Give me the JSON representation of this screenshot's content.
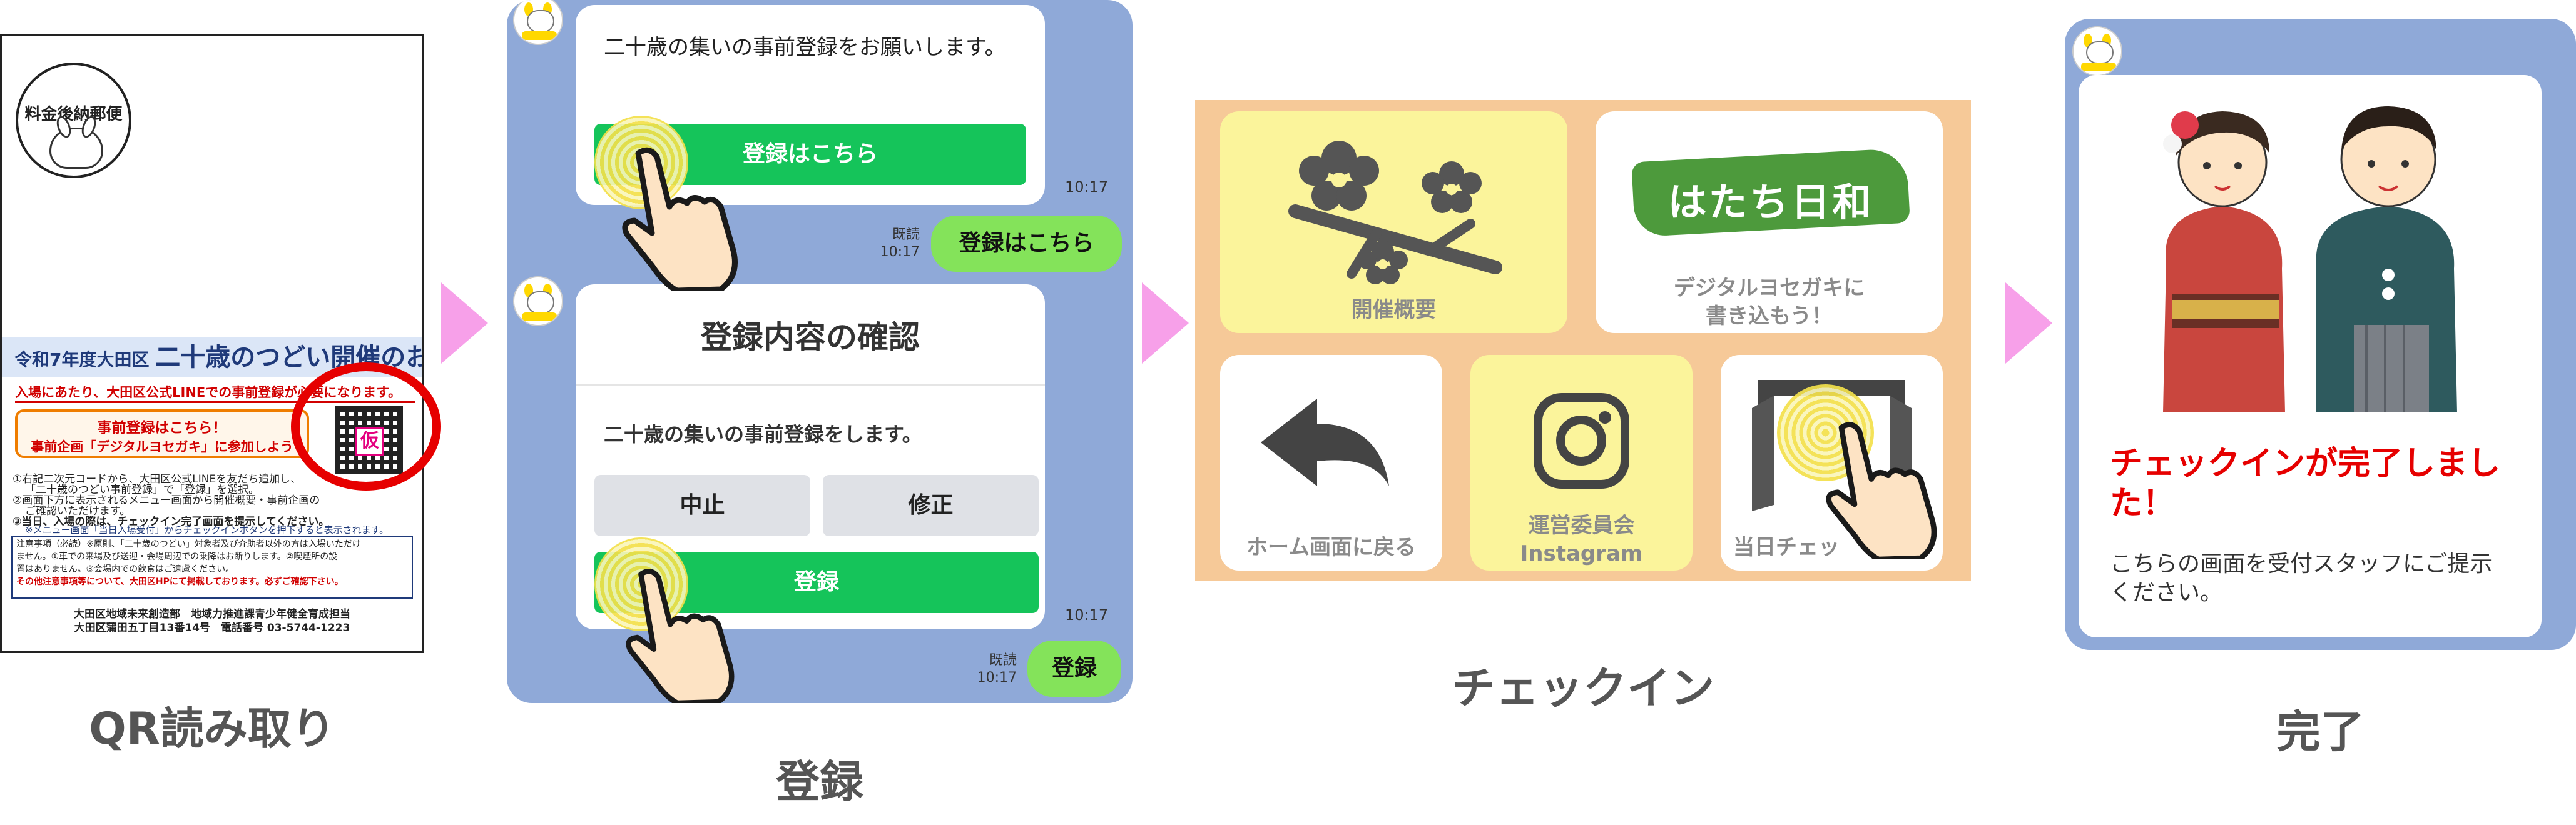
{
  "colors": {
    "line_bg": "#8fa9d8",
    "line_green": "#15c45a",
    "user_bubble": "#84e35a",
    "step_arrow": "#f7a0e9",
    "menu_bg": "#f6c998",
    "menu_yellow": "#fbf49b",
    "alert_red": "#e60000"
  },
  "steps": {
    "qr": "QR読み取り",
    "register": "登録",
    "checkin": "チェックイン",
    "done": "完了"
  },
  "postcard": {
    "stamp_text": "料金後納郵便",
    "title_prefix": "令和7年度大田区",
    "title_main": "二十歳のつどい開催のお知らせ",
    "red_line": "入場にあたり、大田区公式LINEでの事前登録が必要になります。",
    "callout_line1": "事前登録はこちら！",
    "callout_line2": "事前企画「デジタルヨセガキ」に参加しよう",
    "qr_tag": "仮",
    "steps": [
      "①右記二次元コードから、大田区公式LINEを友だち追加し、",
      "「二十歳のつどい事前登録」で「登録」を選択。",
      "②画面下方に表示されるメニュー画面から開催概要・事前企画の",
      "ご確認いただけます。",
      "③当日、入場の際は、チェックイン完了画面を提示してください。",
      "※メニュー画面「当日入場受付」からチェックインボタンを押下すると表示されます。"
    ],
    "notes": [
      "注意事項（必読）※原則、「二十歳のつどい」対象者及び介助者以外の方は入場いただけ",
      "ません。①車での来場及び送迎・会場周辺での乗降はお断りします。②喫煙所の設",
      "置はありません。③会場内での飲食はご遠慮ください。",
      "その他注意事項等について、大田区HPにて掲載しております。必ずご確認下さい。"
    ],
    "footer_line1": "大田区地域未来創造部　地域力推進課青少年健全育成担当",
    "footer_line2": "大田区蒲田五丁目13番14号　電話番号 03-5744-1223"
  },
  "chat": {
    "msg1_text": "二十歳の集いの事前登録をお願いします。",
    "msg1_button": "登録はこちら",
    "msg1_time": "10:17",
    "reply1_read": "既読",
    "reply1_time": "10:17",
    "reply1_text": "登録はこちら",
    "confirm_title": "登録内容の確認",
    "confirm_body": "二十歳の集いの事前登録をします。",
    "cancel_button": "中止",
    "edit_button": "修正",
    "register_button": "登録",
    "msg2_time": "10:17",
    "reply2_read": "既読",
    "reply2_time": "10:17",
    "reply2_text": "登録"
  },
  "menu": {
    "overview_label": "開催概要",
    "logo_text": "はたち日和",
    "yosegaki_label_line1": "デジタルヨセガキに",
    "yosegaki_label_line2": "書き込もう！",
    "home_label": "ホーム画面に戻る",
    "committee_label_line1": "運営委員会",
    "committee_label_line2": "Instagram",
    "checkin_label": "当日チェッ"
  },
  "done": {
    "heading": "チェックインが完了しました！",
    "body": "こちらの画面を受付スタッフにご提示ください。"
  }
}
